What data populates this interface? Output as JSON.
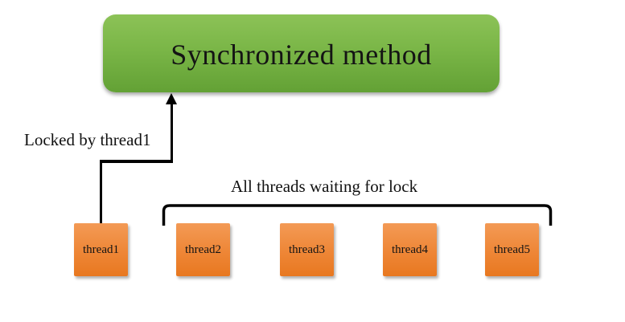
{
  "diagram": {
    "background": "#ffffff",
    "method_box": {
      "label": "Synchronized method",
      "fill_top": "#8cc257",
      "fill_bottom": "#63a135",
      "text_color": "#141414"
    },
    "lock_arrow": {
      "label": "Locked by thread1",
      "color": "#000000",
      "from": "thread1",
      "to": "Synchronized method"
    },
    "waiting_group": {
      "label": "All threads waiting for lock",
      "bracket_color": "#000000",
      "members": [
        "thread2",
        "thread3",
        "thread4",
        "thread5"
      ]
    },
    "thread_box_style": {
      "fill_top": "#f39a55",
      "fill_bottom": "#e87820",
      "text_color": "#141414"
    },
    "threads": [
      {
        "label": "thread1"
      },
      {
        "label": "thread2"
      },
      {
        "label": "thread3"
      },
      {
        "label": "thread4"
      },
      {
        "label": "thread5"
      }
    ]
  }
}
